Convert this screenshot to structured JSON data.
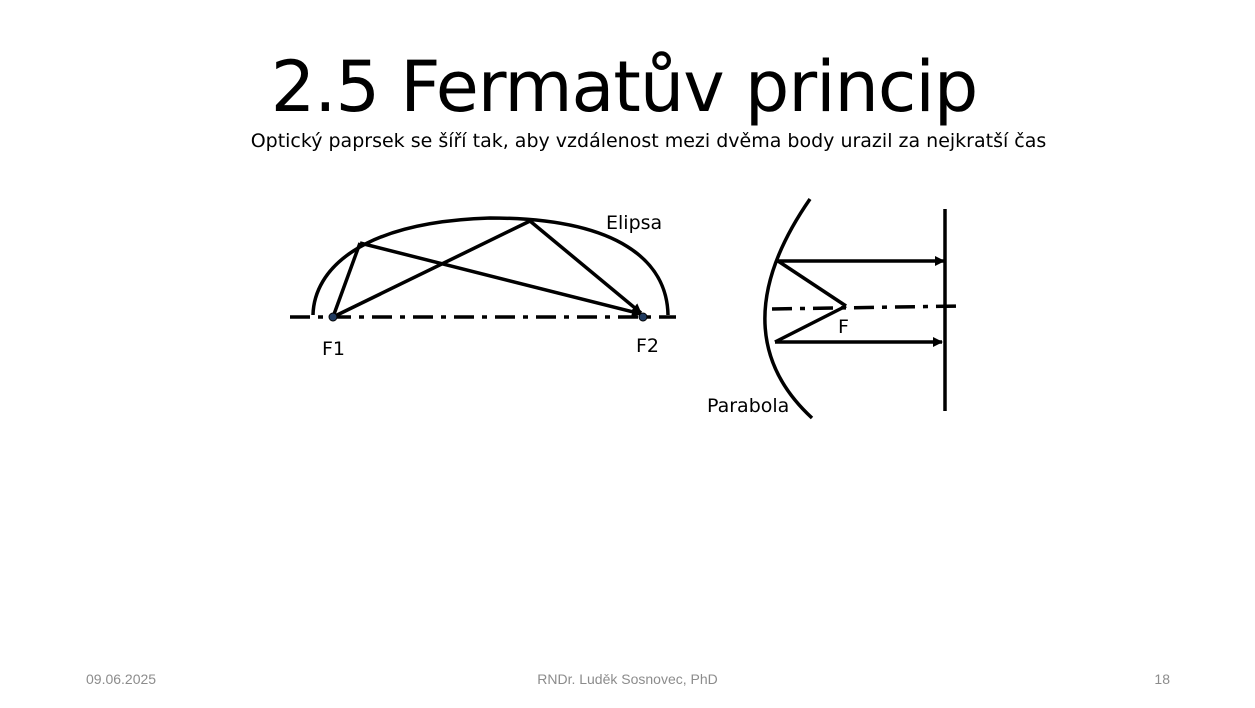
{
  "slide": {
    "title": "2.5 Fermatův princip",
    "subtitle": "Optický paprsek se šíří tak, aby vzdálenost mezi dvěma body urazil za nejkratší čas"
  },
  "diagram": {
    "ellipse": {
      "label": "Elipsa",
      "focus1_label": "F1",
      "focus2_label": "F2"
    },
    "parabola": {
      "label": "Parabola",
      "focus_label": "F"
    },
    "colors": {
      "line": "#000000",
      "focus_dot": "#1f3a5f"
    }
  },
  "footer": {
    "date": "09.06.2025",
    "author": "RNDr. Luděk Sosnovec, PhD",
    "page": "18"
  }
}
